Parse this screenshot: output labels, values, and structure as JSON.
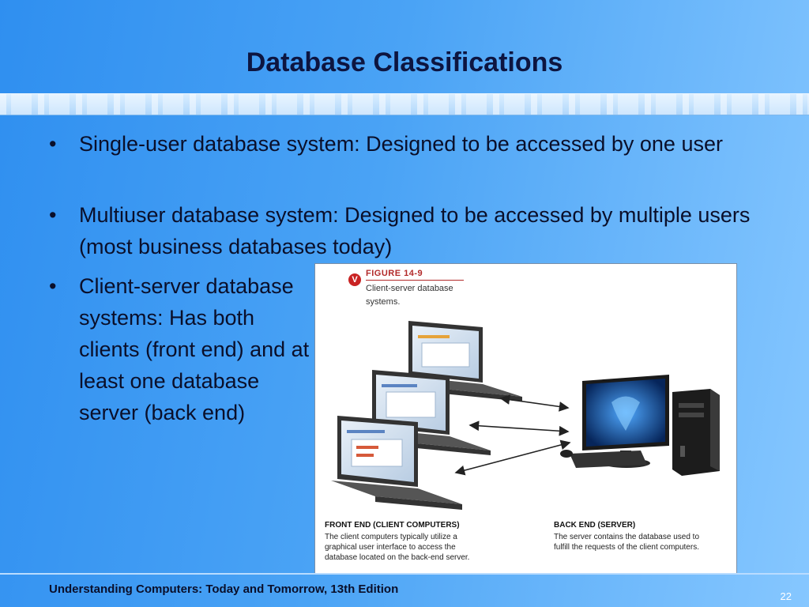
{
  "slide": {
    "title": "Database Classifications",
    "bullets": [
      {
        "text": "Single-user database system: Designed to be accessed by one user"
      },
      {
        "text": "Multiuser database system: Designed to be accessed by multiple users (most business databases today)"
      },
      {
        "text": "Client-server database systems: Has both clients (front end) and at least one database server (back end)"
      }
    ],
    "bullet_glyph": "•",
    "footer": "Understanding Computers: Today and Tomorrow, 13th Edition",
    "page_number": "22"
  },
  "figure": {
    "badge": "V",
    "number": "FIGURE 14-9",
    "caption": "Client-server database systems.",
    "front_end_heading": "FRONT END (CLIENT COMPUTERS)",
    "front_end_text": "The client computers typically utilize a graphical user interface to access the database located on the back-end server.",
    "back_end_heading": "BACK END (SERVER)",
    "back_end_text": "The server contains the database used to fulfill the requests of the client computers."
  },
  "colors": {
    "background_left": "#2f8ff0",
    "background_right": "#86c7ff",
    "title": "#0d1540",
    "figure_accent": "#b22a2a"
  }
}
